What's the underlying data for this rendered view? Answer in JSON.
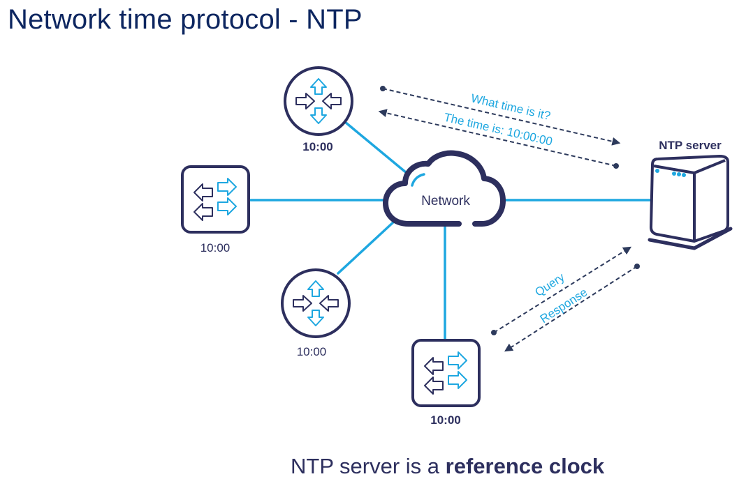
{
  "title": "Network time protocol - NTP",
  "colors": {
    "navy": "#2d2f5e",
    "title": "#0d2660",
    "accent": "#1ea7e0"
  },
  "network": {
    "label": "Network",
    "icon": "cloud-icon"
  },
  "ntp_server": {
    "label": "NTP server",
    "icon": "server-icon"
  },
  "nodes": [
    {
      "type": "router",
      "icon": "router-icon",
      "time": "10:00",
      "time_bold": true
    },
    {
      "type": "switch",
      "icon": "switch-icon",
      "time": "10:00",
      "time_bold": false
    },
    {
      "type": "router",
      "icon": "router-icon",
      "time": "10:00",
      "time_bold": false
    },
    {
      "type": "switch",
      "icon": "switch-icon",
      "time": "10:00",
      "time_bold": true
    }
  ],
  "messages": {
    "request": "What time is it?",
    "reply": "The time is: 10:00:00",
    "query": "Query",
    "response": "Response"
  },
  "caption": {
    "prefix": "NTP server is a ",
    "emphasis": "reference clock"
  }
}
